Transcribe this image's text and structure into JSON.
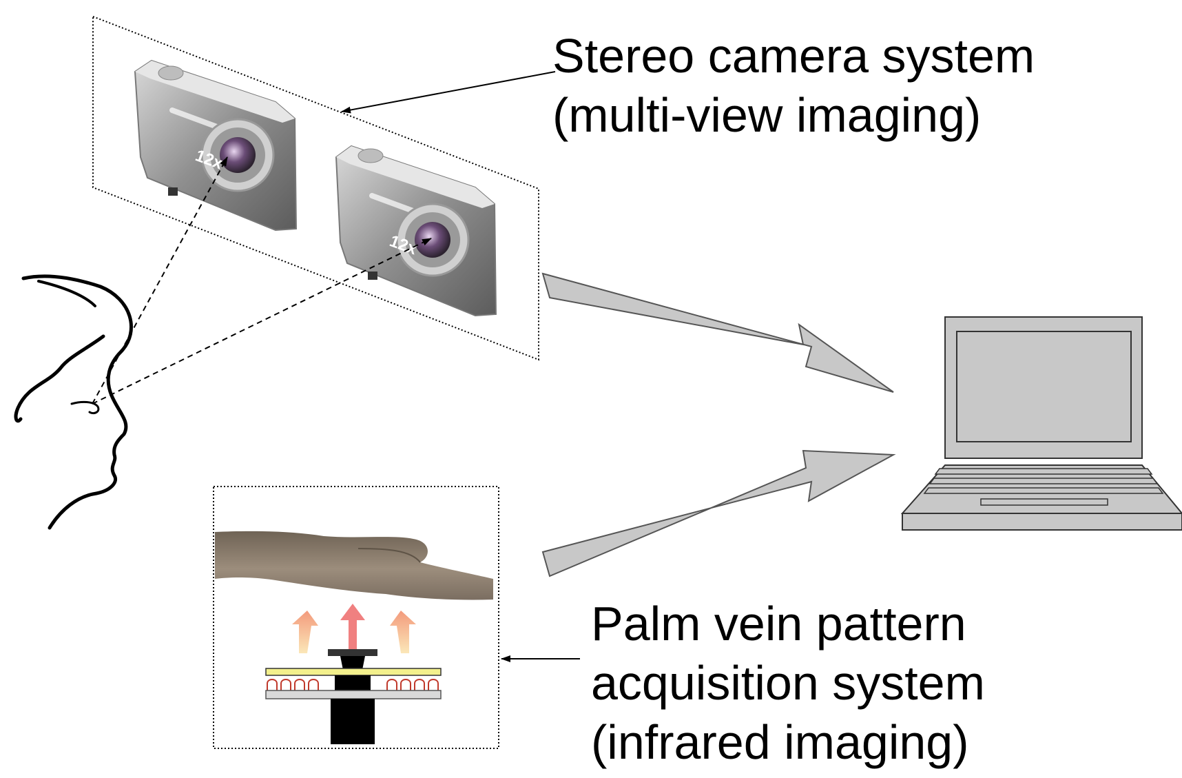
{
  "stereo_label": {
    "line1": "Stereo camera system",
    "line2": "(multi-view imaging)"
  },
  "palm_label": {
    "line1": "Palm vein pattern",
    "line2": "acquisition system",
    "line3": "(infrared imaging)"
  },
  "camera_model_text": "12x",
  "colors": {
    "flow_arrow_fill": "#c8c8c8",
    "laptop_fill": "#c8c8c8",
    "camera_body": "#8a8a8a",
    "infrared_light": "#f3a58a",
    "skin": "#8d7e6f"
  },
  "icons": [
    "stereo-camera-icon",
    "laptop-icon",
    "head-profile-icon",
    "palm-scanner-icon"
  ]
}
